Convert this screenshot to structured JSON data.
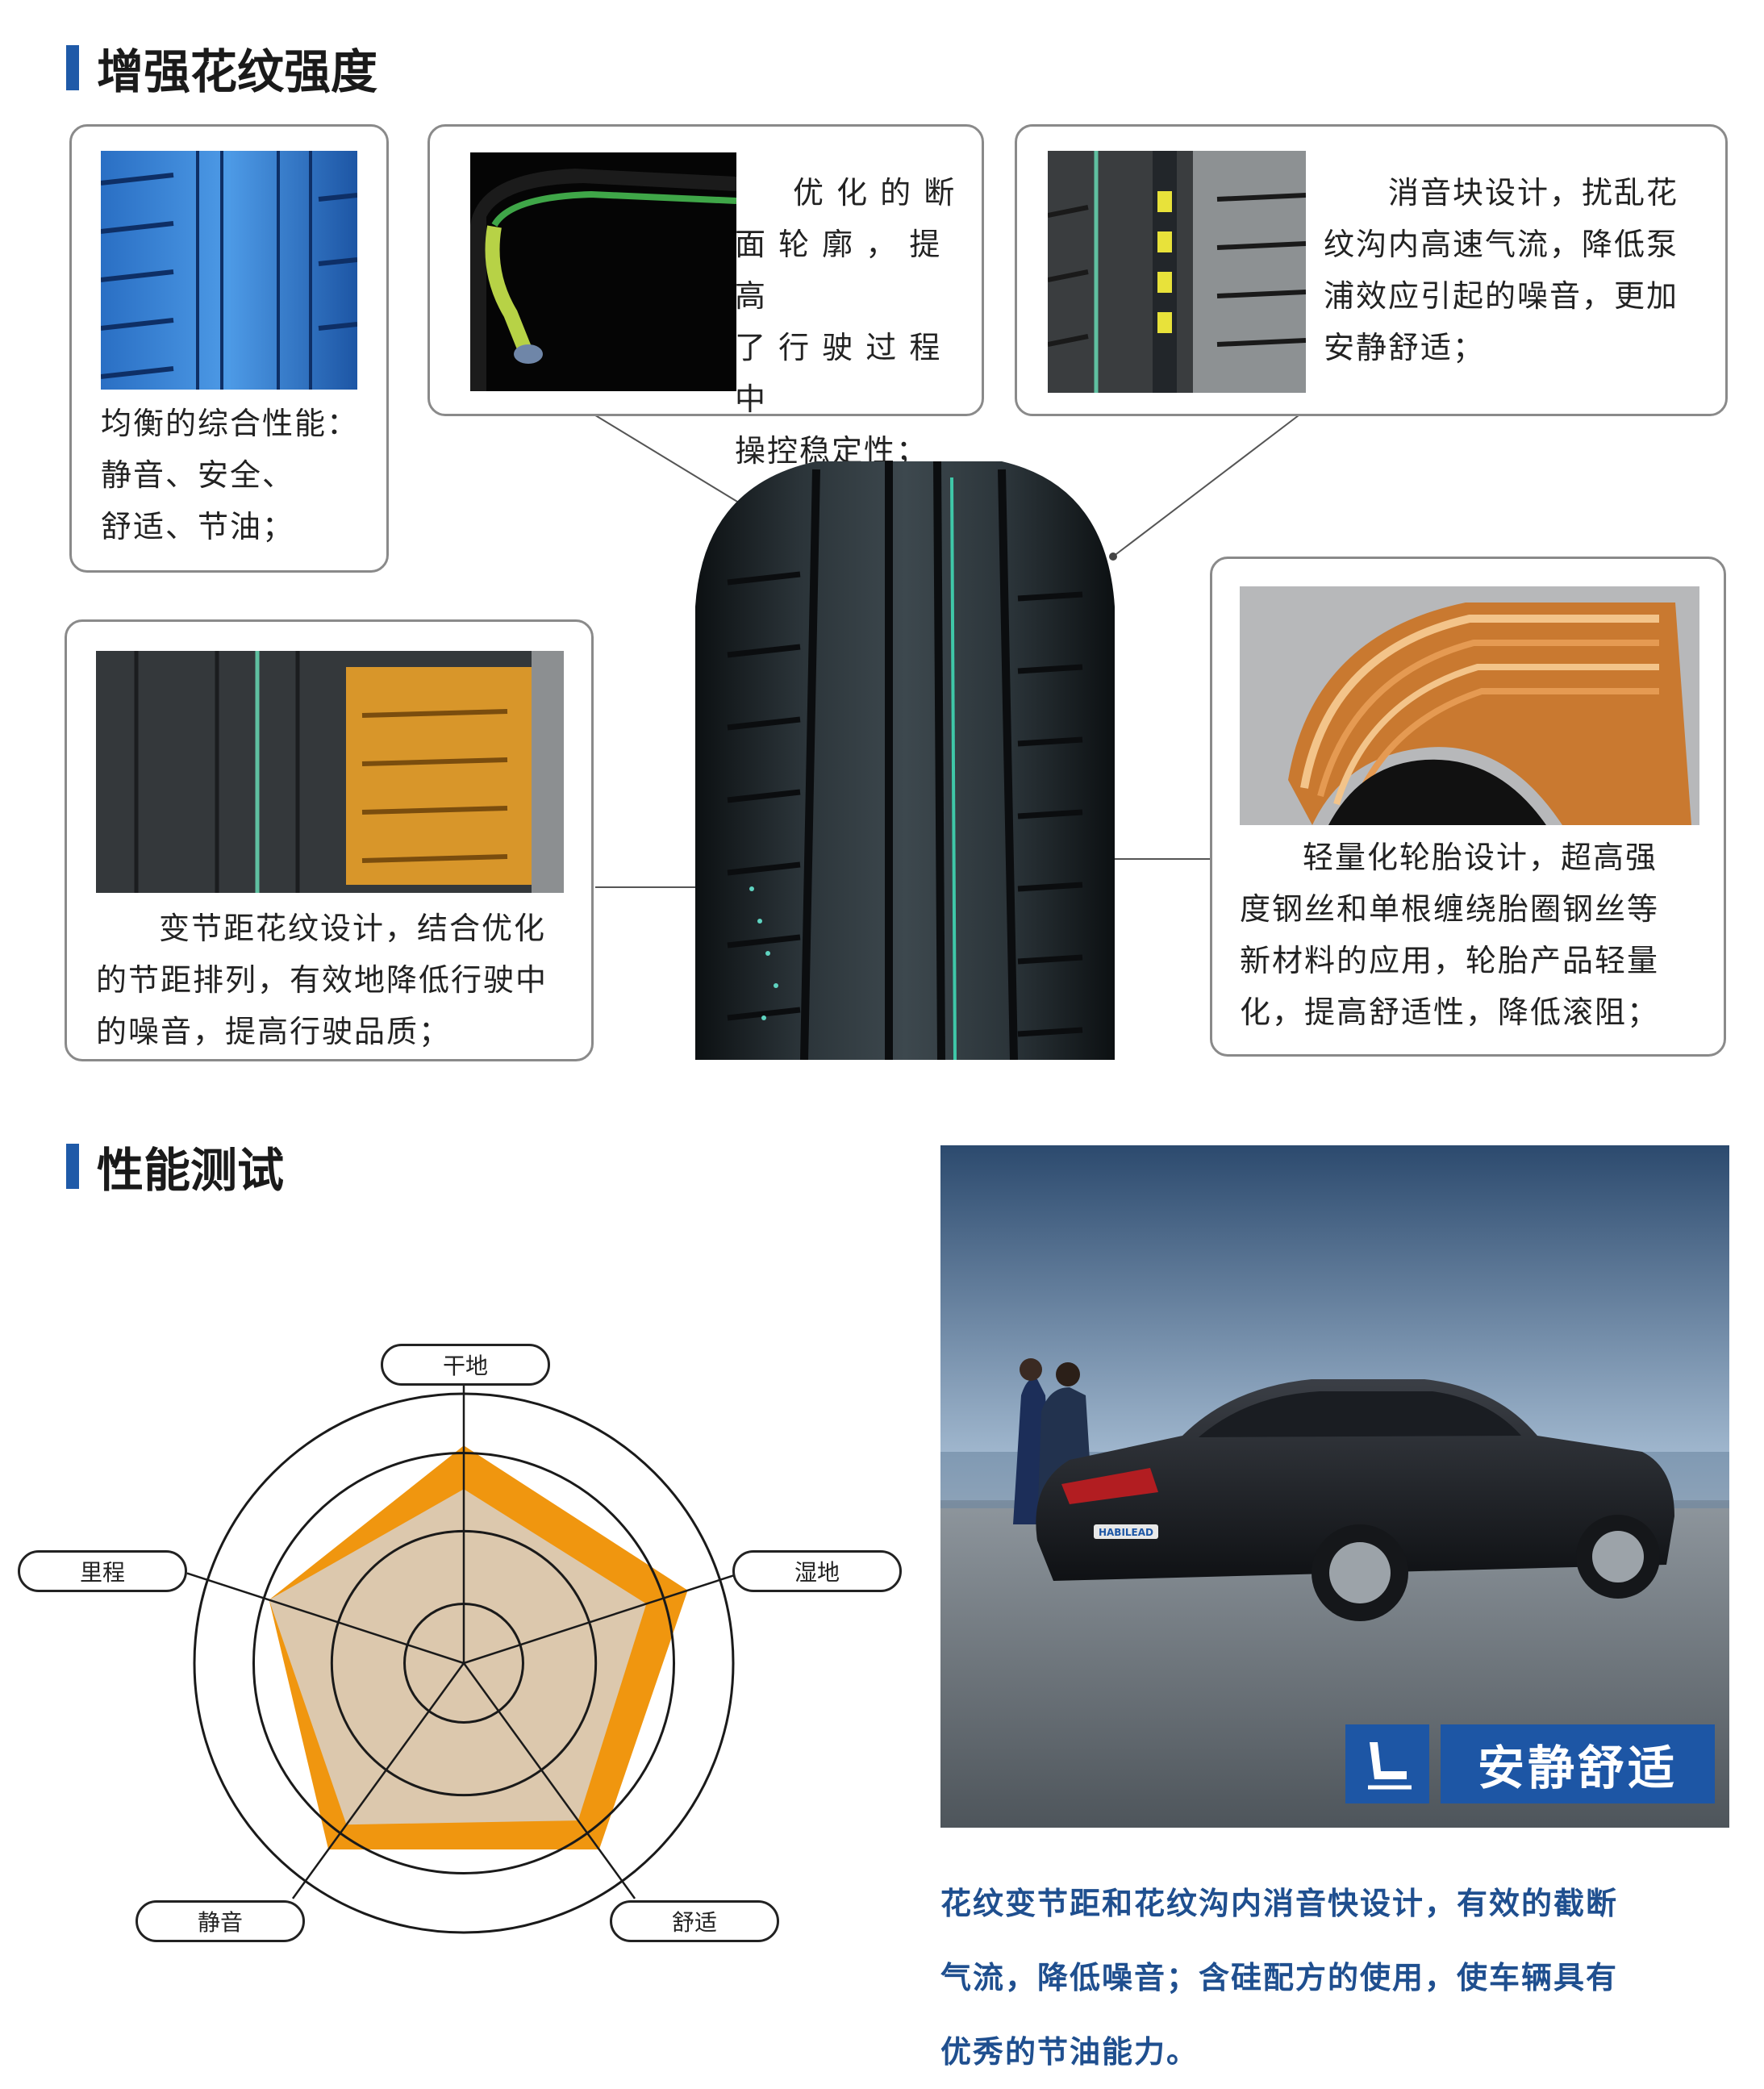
{
  "sections": {
    "strength_title": "增强花纹强度",
    "test_title": "性能测试"
  },
  "cards": {
    "balance": [
      "均衡的综合性能：",
      "静音、安全、",
      "舒适、节油；"
    ],
    "profile": [
      "优 化 的 断",
      "面 轮 廓 ， 提 高",
      "了 行 驶 过 程 中",
      "操控稳定性；"
    ],
    "silencer": [
      "消音块设计，扰乱花",
      "纹沟内高速气流，降低泵",
      "浦效应引起的噪音，更加",
      "安静舒适；"
    ],
    "pitch": [
      "变节距花纹设计，结合优化",
      "的节距排列，有效地降低行驶中",
      "的噪音，提高行驶品质；"
    ],
    "lightweight": [
      "轻量化轮胎设计，超高强",
      "度钢丝和单根缠绕胎圈钢丝等",
      "新材料的应用，轮胎产品轻量",
      "化，提高舒适性，降低滚阻；"
    ]
  },
  "chart_data": {
    "type": "radar",
    "categories": [
      "干地",
      "湿地",
      "舒适",
      "静音",
      "里程"
    ],
    "series": [
      {
        "values": [
          0.85,
          0.92,
          0.9,
          0.9,
          0.8
        ],
        "color": "#f0960f"
      },
      {
        "values": [
          0.68,
          0.75,
          0.76,
          0.78,
          0.8
        ],
        "color": "#dcc8ad"
      }
    ],
    "rings": 4,
    "range": [
      0,
      1
    ],
    "grid": true
  },
  "feature": {
    "badge_text": "安静舒适",
    "plate_text": "HABILEAD",
    "description": [
      "花纹变节距和花纹沟内消音快设计，有效的截断",
      "气流，降低噪音；含硅配方的使用，使车辆具有",
      "优秀的节油能力。"
    ]
  },
  "colors": {
    "accent_blue": "#1f5aa8",
    "badge_blue": "#1d56a5",
    "orange": "#f0960f",
    "beige": "#dcc8ad"
  }
}
